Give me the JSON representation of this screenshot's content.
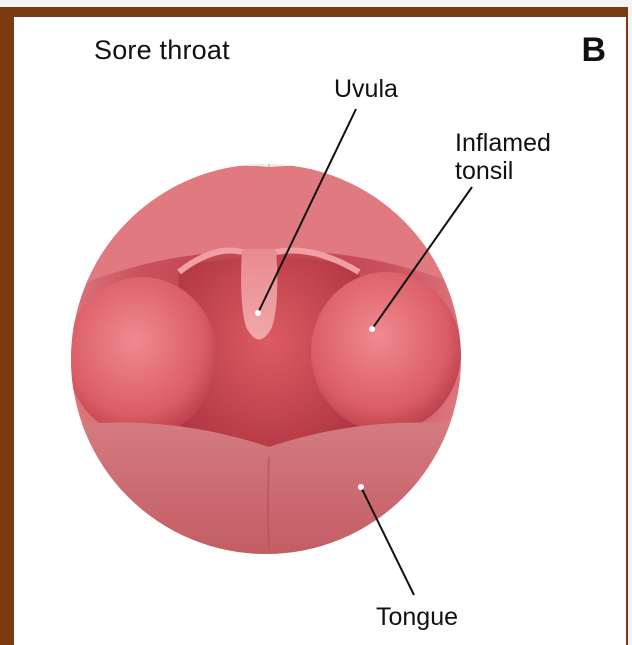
{
  "figure": {
    "title": "Sore throat",
    "panel_letter": "B",
    "labels": {
      "uvula": "Uvula",
      "tonsil": "Inflamed\ntonsil",
      "tongue": "Tongue"
    }
  },
  "colors": {
    "border": "#7a3a12",
    "tissue": "#d9626d",
    "tonsil": "#e46f78",
    "tongue": "#c96c73",
    "teeth": "#f4f4ef"
  }
}
